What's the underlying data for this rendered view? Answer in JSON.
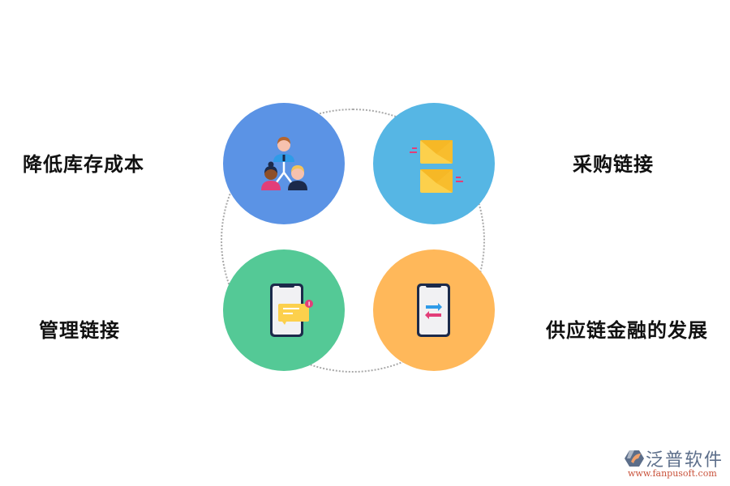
{
  "diagram": {
    "items": [
      {
        "label": "降低库存成本",
        "icon": "people-hierarchy-icon",
        "color": "#5b93e5"
      },
      {
        "label": "采购链接",
        "icon": "envelopes-icon",
        "color": "#56b6e4"
      },
      {
        "label": "管理链接",
        "icon": "phone-message-icon",
        "color": "#54c996"
      },
      {
        "label": "供应链金融的发展",
        "icon": "phone-transfer-icon",
        "color": "#ffb85a"
      }
    ]
  },
  "logo": {
    "name": "泛普软件",
    "url": "www.fanpusoft.com"
  }
}
